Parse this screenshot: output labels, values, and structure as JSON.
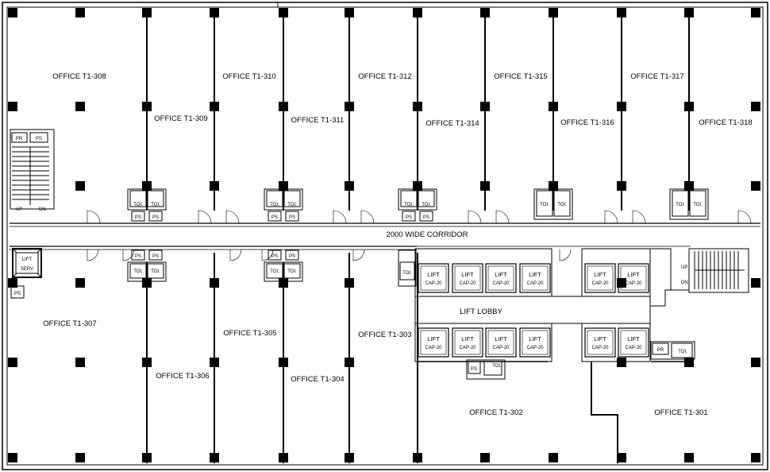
{
  "offices_top": [
    {
      "label": "OFFICE T1-308"
    },
    {
      "label": "OFFICE T1-309"
    },
    {
      "label": "OFFICE T1-310"
    },
    {
      "label": "OFFICE T1-311"
    },
    {
      "label": "OFFICE T1-312"
    },
    {
      "label": "OFFICE T1-314"
    },
    {
      "label": "OFFICE T1-315"
    },
    {
      "label": "OFFICE T1-316"
    },
    {
      "label": "OFFICE T1-317"
    },
    {
      "label": "OFFICE T1-318"
    }
  ],
  "offices_bottom": [
    {
      "label": "OFFICE T1-307"
    },
    {
      "label": "OFFICE T1-306"
    },
    {
      "label": "OFFICE T1-305"
    },
    {
      "label": "OFFICE T1-304"
    },
    {
      "label": "OFFICE T1-303"
    },
    {
      "label": "OFFICE T1-302"
    },
    {
      "label": "OFFICE T1-301"
    }
  ],
  "corridor": {
    "label": "2000 WIDE CORRIDOR"
  },
  "lift_lobby": {
    "label": "LIFT LOBBY"
  },
  "lift_label": "LIFT",
  "lift_cap": "CAP-20",
  "service_lift": {
    "line1": "LIFT",
    "line2": "SERV"
  },
  "toilet_label": "TOI.",
  "ps_label": "PS",
  "pr_label": "PR",
  "stairs": {
    "up": "UP",
    "dn": "DN"
  }
}
